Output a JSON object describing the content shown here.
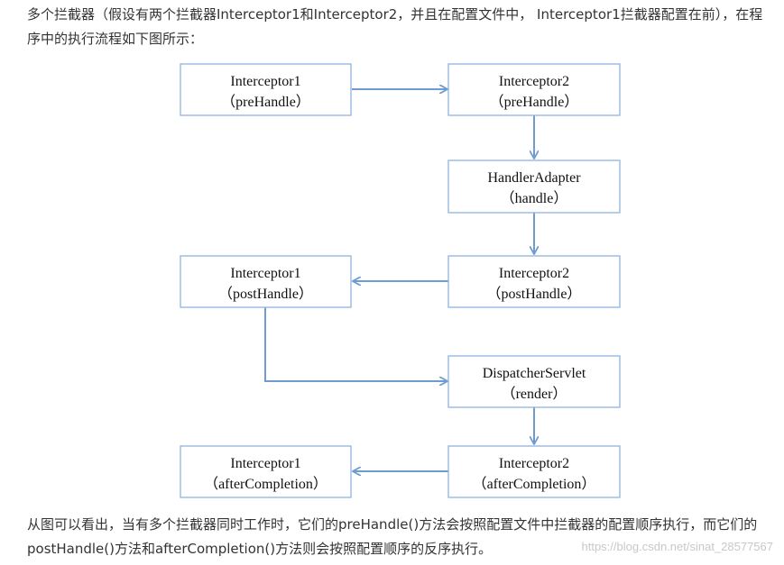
{
  "intro_text": "多个拦截器（假设有两个拦截器Interceptor1和Interceptor2，并且在配置文件中， Interceptor1拦截器配置在前），在程序中的执行流程如下图所示：",
  "nodes": [
    {
      "id": "i1_pre",
      "title": "Interceptor1",
      "method": "（preHandle）"
    },
    {
      "id": "i2_pre",
      "title": "Interceptor2",
      "method": "（preHandle）"
    },
    {
      "id": "adapter",
      "title": "HandlerAdapter",
      "method": "（handle）"
    },
    {
      "id": "i2_post",
      "title": "Interceptor2",
      "method": "（postHandle）"
    },
    {
      "id": "i1_post",
      "title": "Interceptor1",
      "method": "（postHandle）"
    },
    {
      "id": "servlet",
      "title": "DispatcherServlet",
      "method": "（render）"
    },
    {
      "id": "i2_after",
      "title": "Interceptor2",
      "method": "（afterCompletion）"
    },
    {
      "id": "i1_after",
      "title": "Interceptor1",
      "method": "（afterCompletion）"
    }
  ],
  "edges": [
    {
      "from": "i1_pre",
      "to": "i2_pre"
    },
    {
      "from": "i2_pre",
      "to": "adapter"
    },
    {
      "from": "adapter",
      "to": "i2_post"
    },
    {
      "from": "i2_post",
      "to": "i1_post"
    },
    {
      "from": "i1_post",
      "to": "servlet"
    },
    {
      "from": "servlet",
      "to": "i2_after"
    },
    {
      "from": "i2_after",
      "to": "i1_after"
    }
  ],
  "summary_text": "从图可以看出，当有多个拦截器同时工作时，它们的preHandle()方法会按照配置文件中拦截器的配置顺序执行，而它们的postHandle()方法和afterCompletion()方法则会按照配置顺序的反序执行。",
  "watermark": "https://blog.csdn.net/sinat_28577567",
  "colors": {
    "box_border": "#8fb4de",
    "arrow": "#6e9bd1",
    "text": "#333333"
  }
}
